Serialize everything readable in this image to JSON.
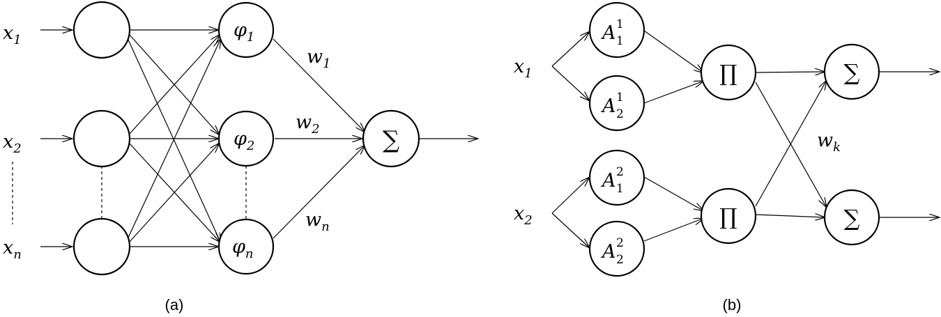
{
  "panel_a": {
    "caption": "(a)",
    "inputs": [
      {
        "base": "x",
        "sub": "1"
      },
      {
        "base": "x",
        "sub": "2"
      },
      {
        "base": "x",
        "sub": "n"
      }
    ],
    "hidden": [
      {
        "base": "φ",
        "sub": "1"
      },
      {
        "base": "φ",
        "sub": "2"
      },
      {
        "base": "φ",
        "sub": "n"
      }
    ],
    "weights": [
      {
        "base": "w",
        "sub": "1"
      },
      {
        "base": "w",
        "sub": "2"
      },
      {
        "base": "w",
        "sub": "n"
      }
    ],
    "sum_symbol": "∑"
  },
  "panel_b": {
    "caption": "(b)",
    "inputs": [
      {
        "base": "x",
        "sub": "1"
      },
      {
        "base": "x",
        "sub": "2"
      }
    ],
    "membership": [
      {
        "base": "A",
        "sup": "1",
        "sub": "1"
      },
      {
        "base": "A",
        "sup": "1",
        "sub": "2"
      },
      {
        "base": "A",
        "sup": "2",
        "sub": "1"
      },
      {
        "base": "A",
        "sup": "2",
        "sub": "2"
      }
    ],
    "product_symbol": "∏",
    "sum_symbol": "∑",
    "weight": {
      "base": "w",
      "sub": "k"
    }
  }
}
